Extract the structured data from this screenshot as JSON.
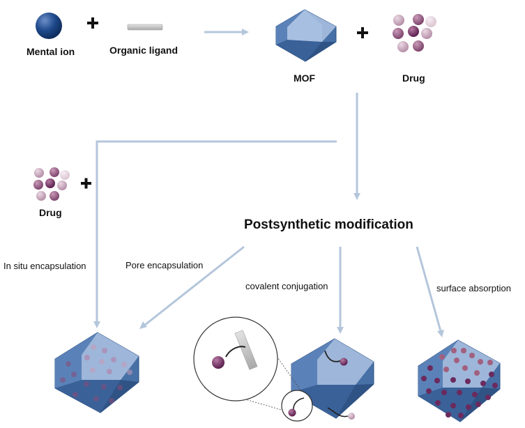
{
  "labels": {
    "metal_ion": "Mental ion",
    "organic_ligand": "Organic ligand",
    "mof": "MOF",
    "drug_top": "Drug",
    "drug_left": "Drug",
    "postsynthetic": "Postsynthetic modification",
    "in_situ": "In situ encapsulation",
    "pore": "Pore encapsulation",
    "covalent": "covalent conjugation",
    "surface": "surface absorption"
  },
  "operators": {
    "plus": "+"
  },
  "colors": {
    "arrow": "#b4c6db",
    "mof_dark": "#2f5385",
    "mof_mid": "#4770a6",
    "mof_light": "#97b1d6",
    "metal_ion": "#1e4a8c",
    "ligand": "#c8c8c8",
    "drug_dark": "#6b2a5e",
    "drug_mid": "#94587f",
    "drug_light": "#c9a9be",
    "drug_pale": "#e8d8e2"
  },
  "icons": [
    "metal-ion-sphere",
    "ligand-rod",
    "mof-crystal",
    "drug-molecule-cluster",
    "zoom-lens"
  ]
}
